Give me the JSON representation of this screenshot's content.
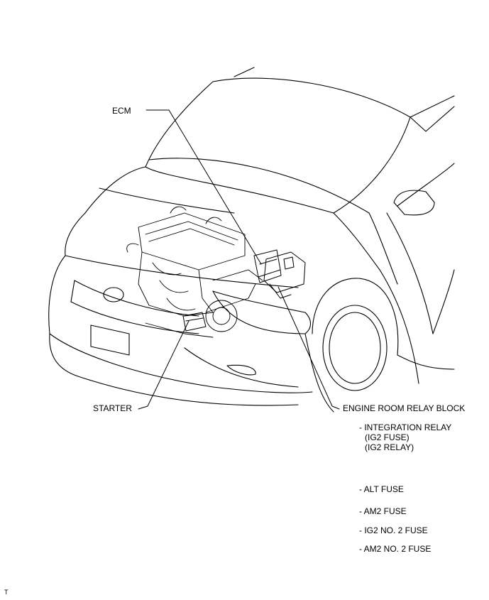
{
  "labels": {
    "ecm": "ECM",
    "starter": "STARTER",
    "engine_room_relay_block": "ENGINE ROOM RELAY BLOCK"
  },
  "relay_block_items": [
    {
      "text": "- INTEGRATION RELAY",
      "sub": [
        "(IG2 FUSE)",
        "(IG2 RELAY)"
      ]
    },
    {
      "text": "- ALT FUSE",
      "sub": []
    },
    {
      "text": "- AM2 FUSE",
      "sub": []
    },
    {
      "text": "- IG2 NO. 2 FUSE",
      "sub": []
    },
    {
      "text": "- AM2 NO. 2 FUSE",
      "sub": []
    }
  ],
  "footer_mark": "T"
}
